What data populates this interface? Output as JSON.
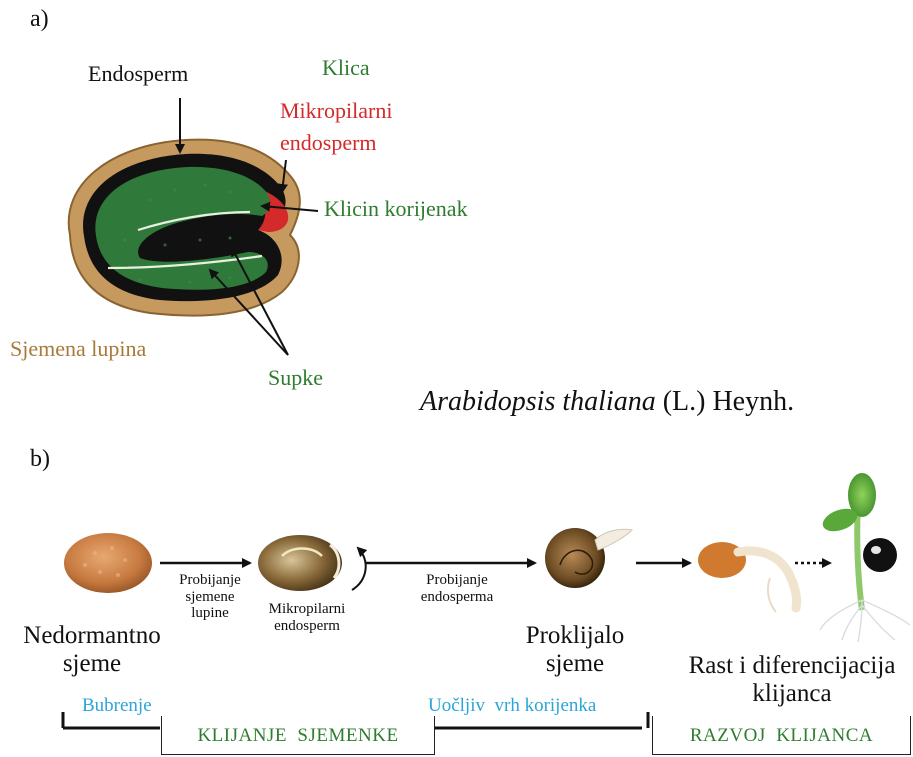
{
  "panel_a": {
    "tag": "a)",
    "labels": {
      "endosperm": "Endosperm",
      "klica": "Klica",
      "mikropilarni_line1": "Mikropilarni",
      "mikropilarni_line2": "endosperm",
      "klicin_korijenak": "Klicin korijenak",
      "sjemena_lupina": "Sjemena lupina",
      "supke": "Supke"
    },
    "species_italic": "Arabidopsis thaliana",
    "species_author": " (L.) Heynh."
  },
  "panel_b": {
    "tag": "b)",
    "step1_line1": "Probijanje",
    "step1_line2": "sjemene",
    "step1_line3": "lupine",
    "step2_line1": "Probijanje",
    "step2_line2": "endosperma",
    "micro_line1": "Mikropilarni",
    "micro_line2": "endosperm",
    "nedormantno_line1": "Nedormantno",
    "nedormantno_line2": "sjeme",
    "proklijalo_line1": "Proklijalo",
    "proklijalo_line2": "sjeme",
    "rast_line1": "Rast i diferencijacija",
    "rast_line2": "klijanca",
    "bubrenje": "Bubrenje",
    "uocljiv": "Uočljiv  vrh korijenka",
    "klijanje": "KLIJANJE  SJEMENKE",
    "razvoj": "RAZVOJ  KLIJANCA"
  },
  "colors": {
    "embryo_green": "#2f7a3a",
    "seed_coat": "#b88a4e",
    "endosperm_black": "#111111",
    "micropylar_red": "#d42a2a",
    "label_green": "#2e7d2e",
    "label_blue": "#2aa6d8"
  }
}
